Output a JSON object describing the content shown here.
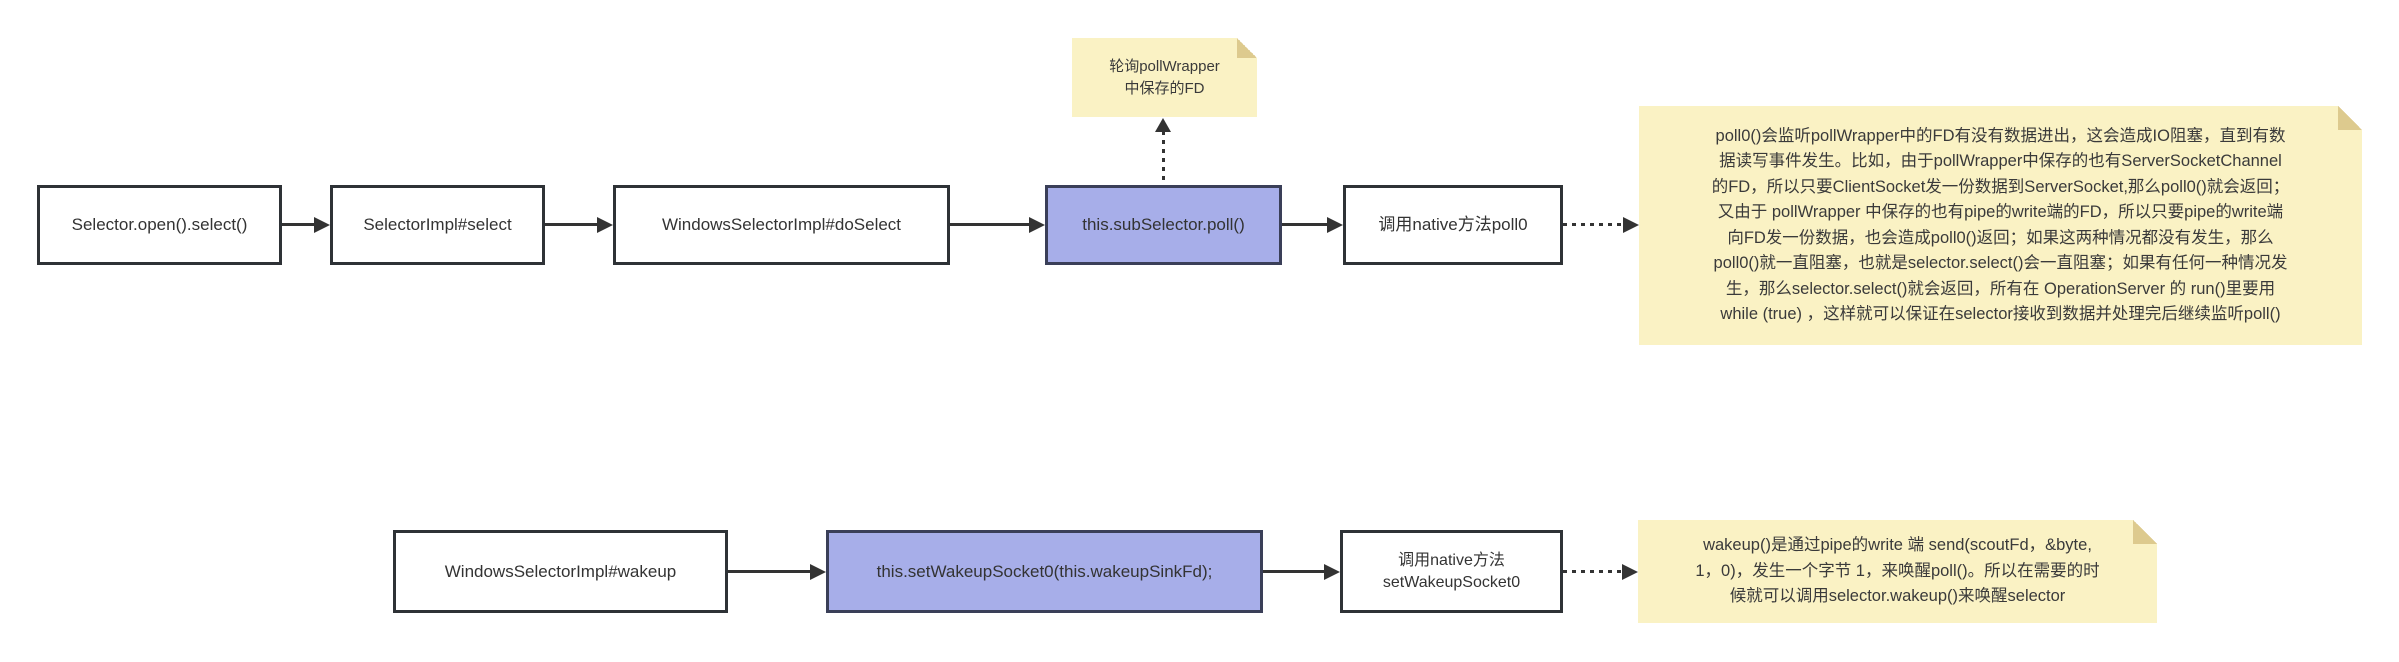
{
  "colors": {
    "background": "#ffffff",
    "box_border": "#2e3236",
    "highlight_box_bg": "#a7aee9",
    "note_bg": "#faf2c4",
    "note_fold": "#ddca8e",
    "arrow": "#333333",
    "text": "#333333"
  },
  "top_flow": {
    "nodes": [
      {
        "label": "Selector.open().select()"
      },
      {
        "label": "SelectorImpl#select"
      },
      {
        "label": "WindowsSelectorImpl#doSelect"
      },
      {
        "label": "this.subSelector.poll()",
        "highlighted": true
      },
      {
        "label": "调用native方法poll0"
      }
    ],
    "poll_note": {
      "lines": [
        "轮询pollWrapper",
        "中保存的FD"
      ]
    },
    "explain_note": {
      "lines": [
        "poll0()会监听pollWrapper中的FD有没有数据进出，这会造成IO阻塞，直到有数",
        "据读写事件发生。比如，由于pollWrapper中保存的也有ServerSocketChannel",
        "的FD，所以只要ClientSocket发一份数据到ServerSocket,那么poll0()就会返回；",
        "又由于 pollWrapper 中保存的也有pipe的write端的FD，所以只要pipe的write端",
        "向FD发一份数据，也会造成poll0()返回；如果这两种情况都没有发生，那么",
        "poll0()就一直阻塞，也就是selector.select()会一直阻塞；如果有任何一种情况发",
        "生，那么selector.select()就会返回，所有在 OperationServer 的 run()里要用",
        "while (true) ，这样就可以保证在selector接收到数据并处理完后继续监听poll()"
      ]
    }
  },
  "bottom_flow": {
    "nodes": [
      {
        "label": "WindowsSelectorImpl#wakeup"
      },
      {
        "label": "this.setWakeupSocket0(this.wakeupSinkFd);",
        "highlighted": true
      },
      {
        "lines": [
          "调用native方法",
          "setWakeupSocket0"
        ]
      }
    ],
    "explain_note": {
      "lines": [
        "wakeup()是通过pipe的write 端 send(scoutFd，&byte,",
        "1，0)，发生一个字节 1，来唤醒poll()。所以在需要的时",
        "候就可以调用selector.wakeup()来唤醒selector"
      ]
    }
  }
}
